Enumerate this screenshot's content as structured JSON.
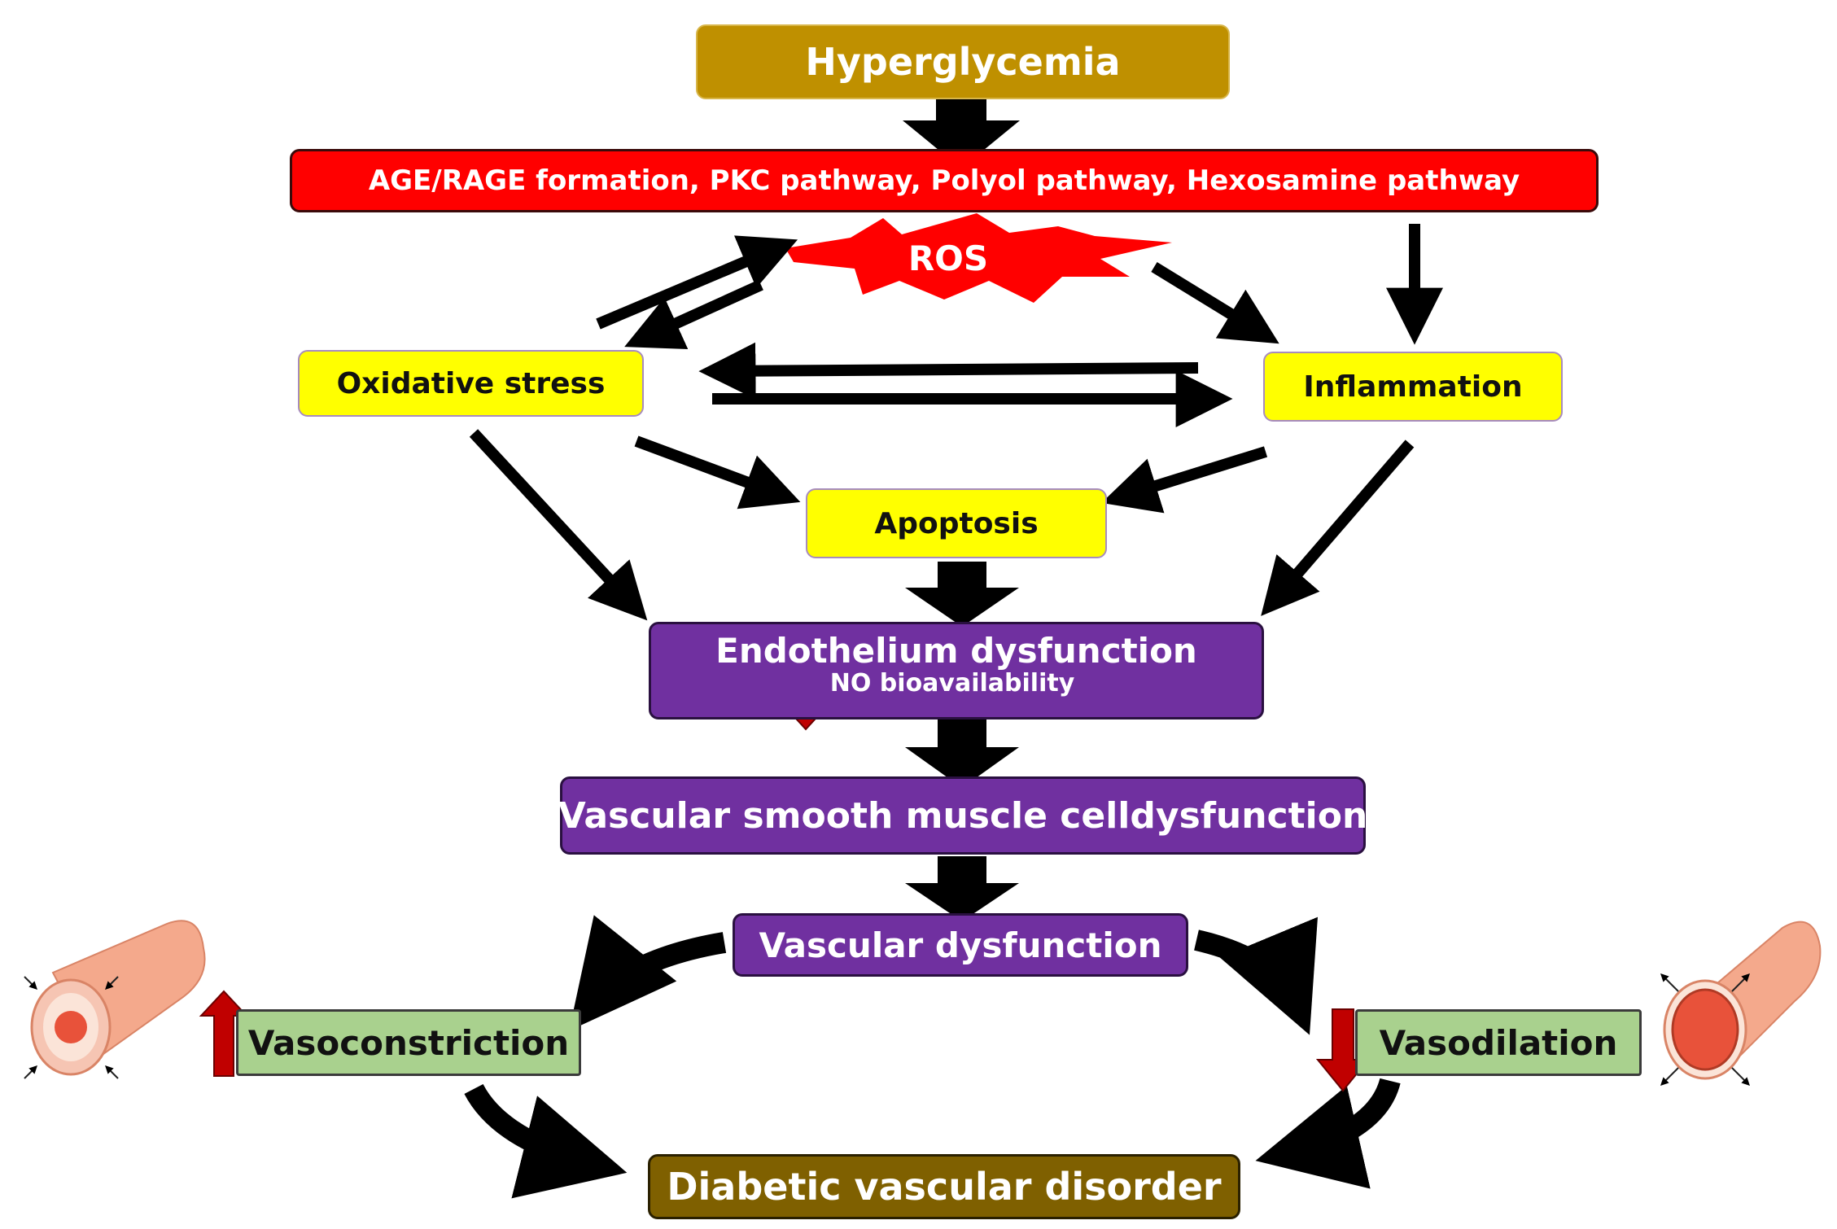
{
  "nodes": {
    "hyperglycemia": "Hyperglycemia",
    "pathways": "AGE/RAGE formation, PKC pathway,  Polyol pathway, Hexosamine pathway",
    "ros": "ROS",
    "oxidative_stress": "Oxidative stress",
    "inflammation": "Inflammation",
    "apoptosis": "Apoptosis",
    "endothelium": "Endothelium dysfunction",
    "no_bioavailability": "NO bioavailability",
    "vsmc": "Vascular smooth muscle celldysfunction",
    "vascular": "Vascular dysfunction",
    "vasoconstriction": "Vasoconstriction",
    "vasodilation": "Vasodilation",
    "diabetic": "Diabetic vascular disorder"
  },
  "indicators": {
    "no_bioavailability": "down",
    "vasoconstriction": "up",
    "vasodilation": "down"
  },
  "colors": {
    "gold": "#bf9000",
    "red": "#ff0000",
    "yellow": "#ffff00",
    "purple": "#7030a0",
    "green": "#a9d18e",
    "brown": "#7f6000",
    "indicator_red": "#c00000",
    "vessel": "#f4a98c",
    "vessel_lumen": "#e8523a"
  },
  "icons": [
    "constricted-vessel-icon",
    "dilated-vessel-icon"
  ]
}
